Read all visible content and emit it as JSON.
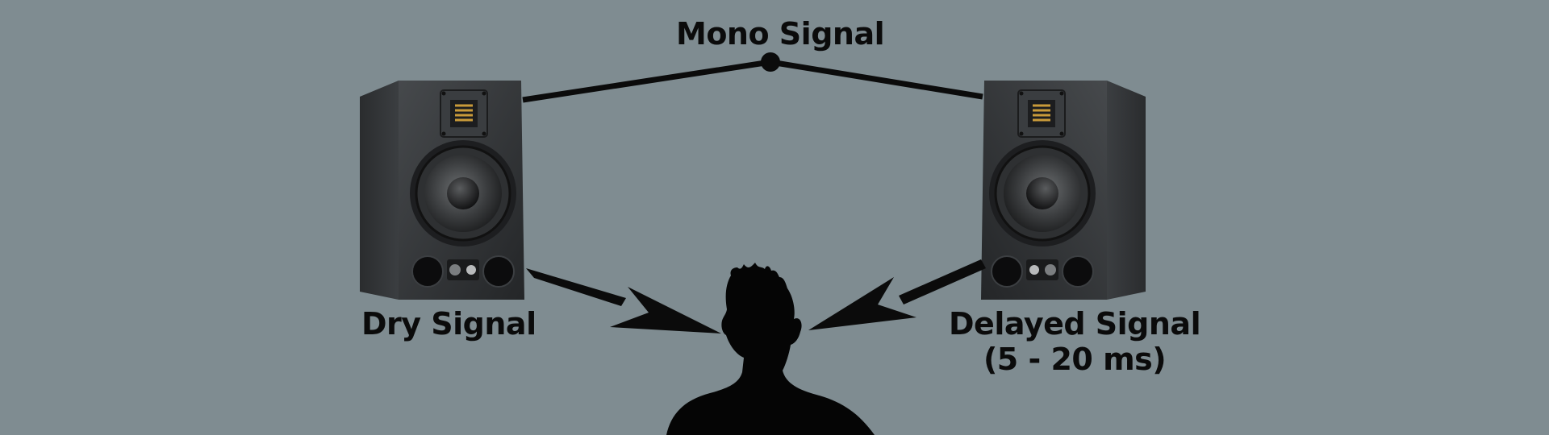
{
  "diagram": {
    "mono_label": "Mono Signal",
    "dry_label": "Dry Signal",
    "delayed_label": "Delayed Signal",
    "delayed_sublabel": "(5 - 20 ms)"
  },
  "colors": {
    "background": "#7f8c91",
    "line": "#0b0b0b",
    "speaker_body": "#2b2d2f",
    "silhouette": "#050505"
  },
  "icons": {
    "left_speaker": "studio-monitor-icon",
    "right_speaker": "studio-monitor-icon",
    "listener": "listener-silhouette-icon"
  }
}
